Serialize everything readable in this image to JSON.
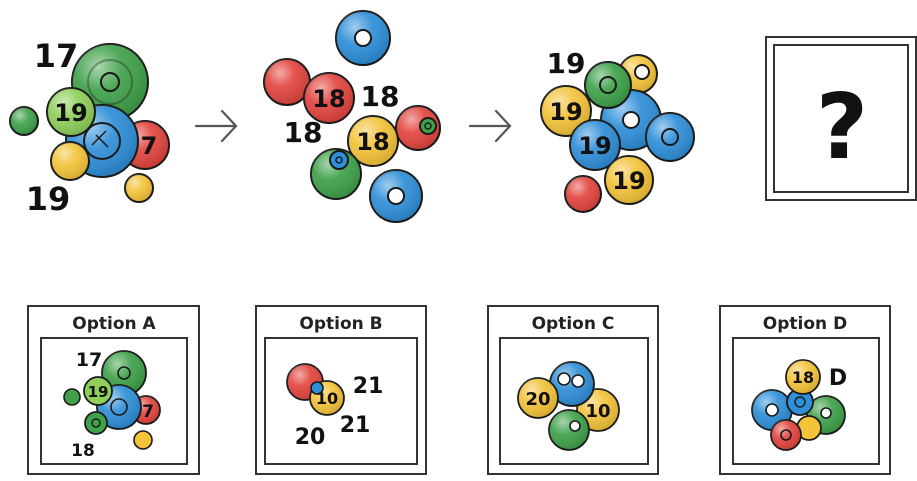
{
  "puzzle": {
    "panels": [
      {
        "labels": [
          "17",
          "19"
        ],
        "balls": [
          {
            "color": "green",
            "num": ""
          },
          {
            "color": "green",
            "num": ""
          },
          {
            "color": "lightgreen",
            "num": "19"
          },
          {
            "color": "blue",
            "num": ""
          },
          {
            "color": "red",
            "num": "7"
          },
          {
            "color": "yellow",
            "num": ""
          },
          {
            "color": "yellow",
            "num": ""
          }
        ]
      },
      {
        "labels": [
          "18",
          "18"
        ],
        "balls": [
          {
            "color": "blue",
            "num": ""
          },
          {
            "color": "red",
            "num": ""
          },
          {
            "color": "red",
            "num": "18"
          },
          {
            "color": "yellow",
            "num": "18"
          },
          {
            "color": "red",
            "num": ""
          },
          {
            "color": "green",
            "num": ""
          },
          {
            "color": "blue",
            "num": ""
          }
        ]
      },
      {
        "labels": [
          "19"
        ],
        "balls": [
          {
            "color": "green",
            "num": ""
          },
          {
            "color": "yellow",
            "num": ""
          },
          {
            "color": "yellow",
            "num": "19"
          },
          {
            "color": "blue",
            "num": ""
          },
          {
            "color": "blue",
            "num": "19"
          },
          {
            "color": "blue",
            "num": ""
          },
          {
            "color": "yellow",
            "num": "19"
          },
          {
            "color": "red",
            "num": ""
          }
        ]
      }
    ],
    "question_mark": "?"
  },
  "options": [
    {
      "title": "Option A",
      "labels": [
        "17",
        "18"
      ],
      "ball_numbers": [
        "19",
        "7"
      ]
    },
    {
      "title": "Option B",
      "labels": [
        "21",
        "20",
        "21"
      ],
      "ball_numbers": [
        "10"
      ]
    },
    {
      "title": "Option C",
      "labels": [],
      "ball_numbers": [
        "20",
        "10"
      ]
    },
    {
      "title": "Option D",
      "labels": [
        "D"
      ],
      "ball_numbers": [
        "18"
      ]
    }
  ],
  "colors": {
    "green": "#3fa14a",
    "lightgreen": "#8fcf5a",
    "blue": "#2f8fd8",
    "red": "#e2453f",
    "yellow": "#f3c33a",
    "outline": "#1a1a1a",
    "arrow": "#555555"
  }
}
